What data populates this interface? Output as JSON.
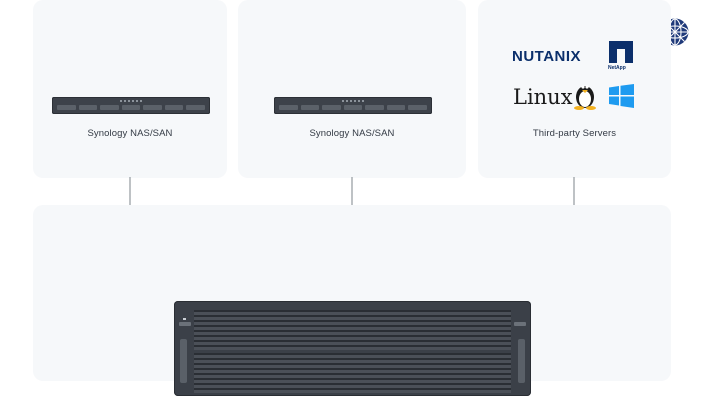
{
  "cards": [
    {
      "label": "Synology NAS/SAN"
    },
    {
      "label": "Synology NAS/SAN"
    },
    {
      "label": "Third-party Servers"
    }
  ],
  "logos": {
    "nutanix": "NUTANIX",
    "netapp": "NetApp",
    "linux": "Linux"
  },
  "icons": [
    "globe-icon",
    "netapp-icon",
    "tux-icon",
    "windows-icon",
    "arrow-down-icon"
  ],
  "colors": {
    "card_bg": "#f6f8fa",
    "device": "#3d424a",
    "arrow": "#9aa0a6",
    "brand_blue": "#0b2f6b",
    "windows_blue": "#1e9bf0"
  }
}
